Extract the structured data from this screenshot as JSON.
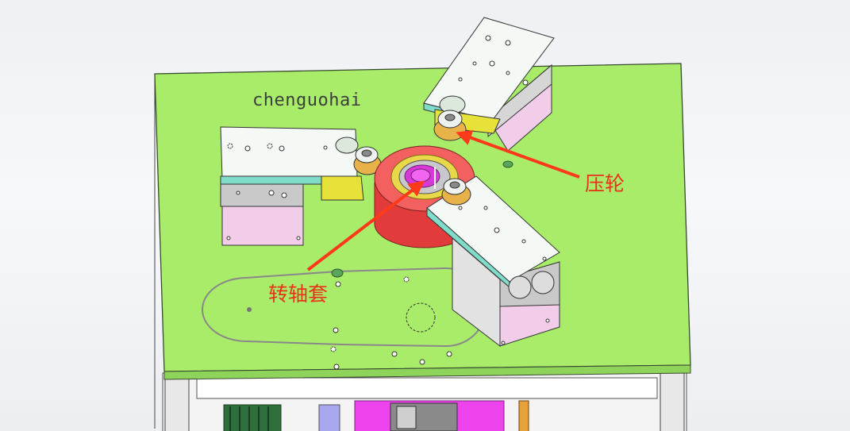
{
  "annotations": {
    "author": "chenguohai",
    "press_wheel": "压轮",
    "shaft_sleeve": "转轴套"
  },
  "colors": {
    "plate": "#a8ec6a",
    "arrow": "#ff3a1a",
    "sleeve_body": "#ee4a4a",
    "sleeve_bore": "#d838d8",
    "block_top": "#f2f8f4",
    "block_side": "#f2cdea"
  }
}
